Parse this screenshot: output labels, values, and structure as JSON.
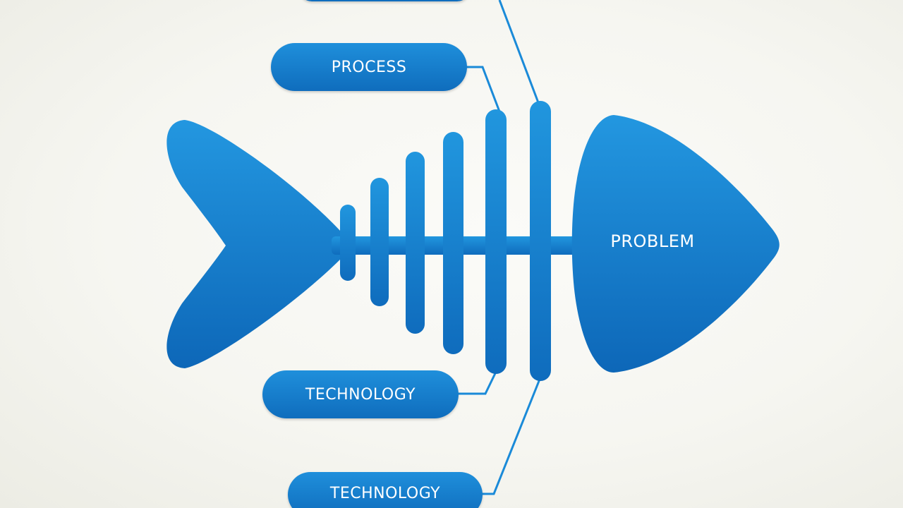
{
  "diagram": {
    "head": {
      "label": "PROBLEM"
    },
    "categories": [
      {
        "label": "PROCESS"
      },
      {
        "label": "TECHNOLOGY"
      },
      {
        "label": "TECHNOLOGY"
      },
      {
        "label": ""
      }
    ]
  },
  "colors": {
    "fish_blue": "#1580cf",
    "line_blue": "#1a8ad8",
    "background": "#f7f7f2"
  }
}
